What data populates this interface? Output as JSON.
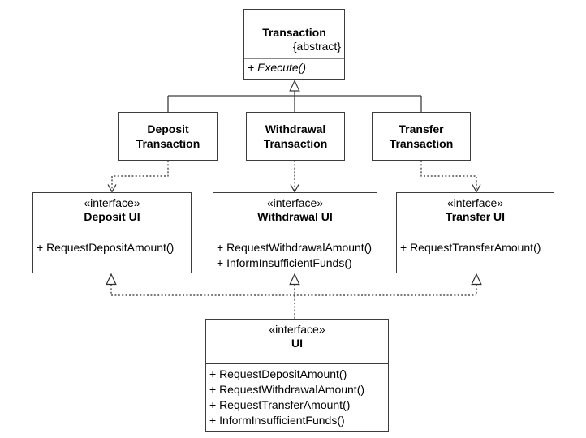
{
  "diagram_type": "uml-class-diagram",
  "colors": {
    "background": "#ffffff",
    "box_fill": "#ffffff",
    "border": "#3d3d3d",
    "line": "#2e2e2e",
    "text": "#000000"
  },
  "boxes": {
    "transaction": {
      "name": "Transaction",
      "modifier": "{abstract}",
      "methods": [
        "+ Execute()"
      ]
    },
    "deposit_transaction": {
      "name": "Deposit\nTransaction"
    },
    "withdrawal_transaction": {
      "name": "Withdrawal\nTransaction"
    },
    "transfer_transaction": {
      "name": "Transfer\nTransaction"
    },
    "deposit_ui": {
      "stereotype": "«interface»",
      "name": "Deposit UI",
      "methods": [
        "+ RequestDepositAmount()"
      ]
    },
    "withdrawal_ui": {
      "stereotype": "«interface»",
      "name": "Withdrawal UI",
      "methods": [
        "+ RequestWithdrawalAmount()",
        "+ InformInsufficientFunds()"
      ]
    },
    "transfer_ui": {
      "stereotype": "«interface»",
      "name": "Transfer UI",
      "methods": [
        "+ RequestTransferAmount()"
      ]
    },
    "ui": {
      "stereotype": "«interface»",
      "name": "UI",
      "methods": [
        "+ RequestDepositAmount()",
        "+ RequestWithdrawalAmount()",
        "+ RequestTransferAmount()",
        "+ InformInsufficientFunds()"
      ]
    }
  },
  "relationships": [
    {
      "type": "generalization",
      "from": "DepositTransaction",
      "to": "Transaction"
    },
    {
      "type": "generalization",
      "from": "WithdrawalTransaction",
      "to": "Transaction"
    },
    {
      "type": "generalization",
      "from": "TransferTransaction",
      "to": "Transaction"
    },
    {
      "type": "dependency",
      "from": "DepositTransaction",
      "to": "DepositUI"
    },
    {
      "type": "dependency",
      "from": "WithdrawalTransaction",
      "to": "WithdrawalUI"
    },
    {
      "type": "dependency",
      "from": "TransferTransaction",
      "to": "TransferUI"
    },
    {
      "type": "realization",
      "from": "UI",
      "to": "DepositUI"
    },
    {
      "type": "realization",
      "from": "UI",
      "to": "WithdrawalUI"
    },
    {
      "type": "realization",
      "from": "UI",
      "to": "TransferUI"
    }
  ]
}
